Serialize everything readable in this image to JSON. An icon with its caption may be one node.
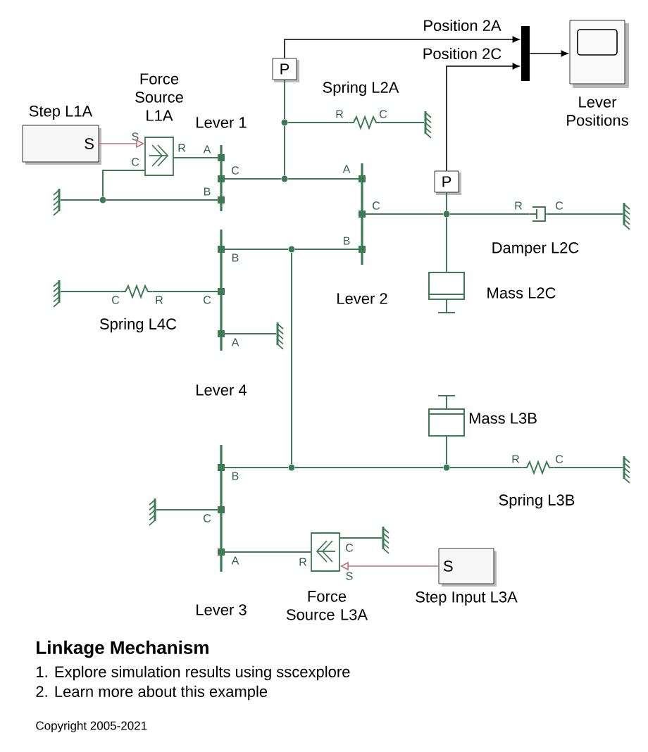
{
  "diagram": {
    "title": "Linkage Mechanism",
    "nodes": [
      {
        "text": [
          "Step L1A",
          "S"
        ]
      },
      {
        "text": [
          "Force Source L1A"
        ],
        "beside": [
          "S",
          "C",
          "R"
        ]
      },
      {
        "text": [
          "Lever 1",
          "A",
          "C",
          "B"
        ]
      },
      {
        "text": [],
        "shape": "ground"
      },
      {
        "text": [],
        "shape": "dot"
      },
      {
        "text": [
          "P"
        ]
      },
      {
        "text": [],
        "shape": "dot"
      },
      {
        "text": [
          "Spring L2A",
          "R",
          "C"
        ]
      },
      {
        "text": [],
        "shape": "ground"
      },
      {
        "text": [],
        "shape": "dot"
      },
      {
        "text": [],
        "shape": "bar"
      },
      {
        "text": [
          "Lever Positions"
        ]
      },
      {
        "text": [
          "A",
          "C",
          "B",
          "Lever 2"
        ]
      },
      {
        "text": [
          "P"
        ]
      },
      {
        "text": [],
        "shape": "dot"
      },
      {
        "text": [
          "R",
          "C",
          "Damper L2C"
        ]
      },
      {
        "text": [],
        "shape": "ground"
      },
      {
        "text": [
          "Mass L2C"
        ]
      },
      {
        "text": [],
        "shape": "dot"
      },
      {
        "text": [
          "B",
          "C",
          "A",
          "Lever 4"
        ]
      },
      {
        "text": [],
        "shape": "ground"
      },
      {
        "text": [
          "C",
          "R",
          "Spring L4C"
        ]
      },
      {
        "text": [],
        "shape": "ground"
      },
      {
        "text": [
          "Mass L3B"
        ]
      },
      {
        "text": [
          "B",
          "C",
          "A",
          "Lever 3"
        ]
      },
      {
        "text": [],
        "shape": "dot"
      },
      {
        "text": [],
        "shape": "dot"
      },
      {
        "text": [
          "R",
          "C",
          "Spring L3B"
        ]
      },
      {
        "text": [],
        "shape": "ground"
      },
      {
        "text": [],
        "shape": "ground"
      },
      {
        "text": [
          "Force Source L3A"
        ],
        "beside": [
          "R",
          "C",
          "S"
        ]
      },
      {
        "text": [],
        "shape": "ground"
      },
      {
        "text": [
          "S",
          "Step Input L3A"
        ]
      }
    ],
    "edges": [
      {
        "from": 0,
        "to": 1,
        "arrow": "to",
        "color": "#c07070"
      },
      {
        "from": 1,
        "to": 2,
        "arrow": "none"
      },
      {
        "from": 1,
        "to": 4,
        "arrow": "none"
      },
      {
        "from": 3,
        "to": 4,
        "arrow": "none"
      },
      {
        "from": 4,
        "to": 2,
        "arrow": "none"
      },
      {
        "from": 2,
        "to": 9,
        "arrow": "none"
      },
      {
        "from": 9,
        "to": 12,
        "arrow": "none"
      },
      {
        "from": 9,
        "to": 6,
        "arrow": "none"
      },
      {
        "from": 6,
        "to": 5,
        "arrow": "none"
      },
      {
        "from": 6,
        "to": 7,
        "arrow": "none"
      },
      {
        "from": 7,
        "to": 8,
        "arrow": "none"
      },
      {
        "from": 5,
        "to": 10,
        "arrow": "to",
        "label": "Position 2A",
        "color": "#000000"
      },
      {
        "from": 10,
        "to": 11,
        "arrow": "to",
        "color": "#000000"
      },
      {
        "from": 12,
        "to": 14,
        "arrow": "none"
      },
      {
        "from": 14,
        "to": 15,
        "arrow": "none"
      },
      {
        "from": 15,
        "to": 16,
        "arrow": "none"
      },
      {
        "from": 14,
        "to": 13,
        "arrow": "none"
      },
      {
        "from": 13,
        "to": 10,
        "arrow": "to",
        "label": "Position 2C",
        "color": "#000000"
      },
      {
        "from": 14,
        "to": 17,
        "arrow": "none"
      },
      {
        "from": 12,
        "to": 18,
        "arrow": "none"
      },
      {
        "from": 18,
        "to": 19,
        "arrow": "none"
      },
      {
        "from": 18,
        "to": 25,
        "arrow": "none"
      },
      {
        "from": 20,
        "to": 21,
        "arrow": "none"
      },
      {
        "from": 21,
        "to": 19,
        "arrow": "none"
      },
      {
        "from": 19,
        "to": 22,
        "arrow": "none"
      },
      {
        "from": 24,
        "to": 25,
        "arrow": "none"
      },
      {
        "from": 25,
        "to": 26,
        "arrow": "none"
      },
      {
        "from": 26,
        "to": 23,
        "arrow": "none"
      },
      {
        "from": 26,
        "to": 27,
        "arrow": "none"
      },
      {
        "from": 27,
        "to": 28,
        "arrow": "none"
      },
      {
        "from": 24,
        "to": 29,
        "arrow": "none"
      },
      {
        "from": 24,
        "to": 30,
        "arrow": "none"
      },
      {
        "from": 30,
        "to": 31,
        "arrow": "none"
      },
      {
        "from": 32,
        "to": 30,
        "arrow": "to",
        "color": "#c07070"
      }
    ],
    "labels": [
      "1. Explore simulation results using sscexplore",
      "2. Learn more about this example",
      "Copyright 2005-2021"
    ]
  }
}
